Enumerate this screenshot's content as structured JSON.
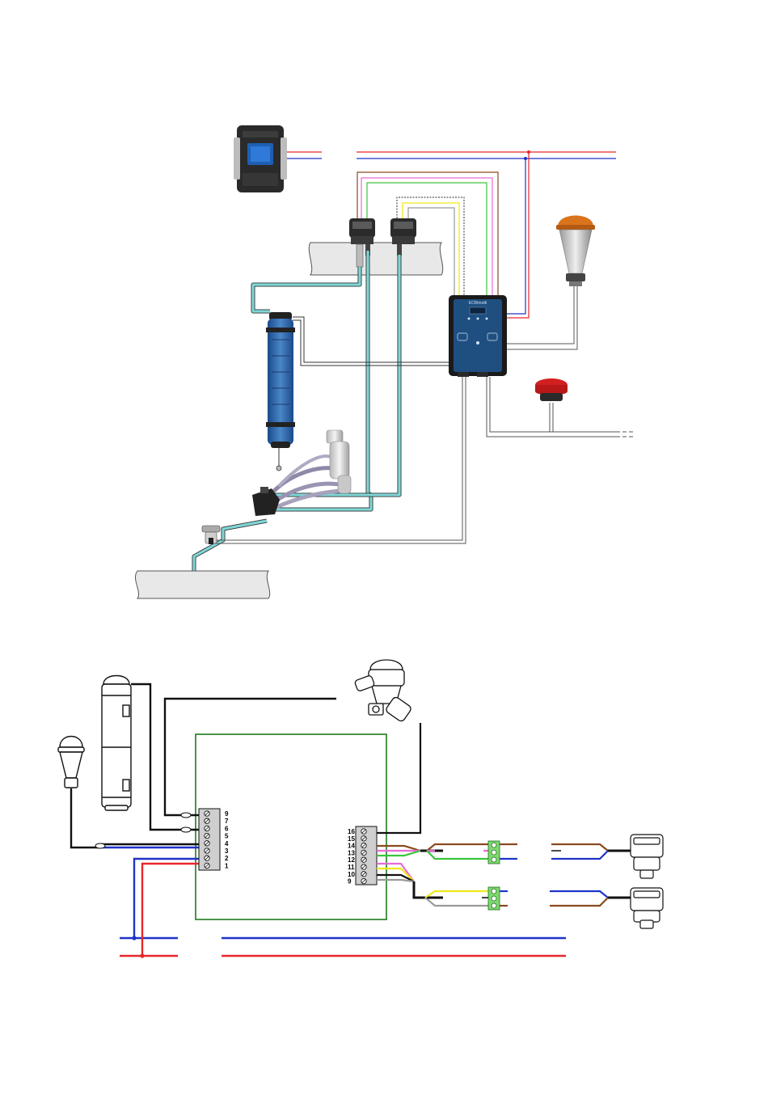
{
  "colors": {
    "supply_red": "#e8262a",
    "supply_blue": "#1f33c8",
    "brown": "#8a4a1e",
    "pink": "#e86bd6",
    "green": "#3cc43c",
    "yellow": "#f0e81e",
    "grey": "#9a9a9a",
    "tube": "#7fd6d6",
    "controller": "#1f4f80",
    "board_outline": "#1e7a1e"
  },
  "controller": {
    "brand": "ECRimotti"
  },
  "terminal_block_left": {
    "labels": [
      "9",
      "7",
      "6",
      "5",
      "4",
      "3",
      "2",
      "1"
    ]
  },
  "terminal_block_right": {
    "labels": [
      "16",
      "15",
      "14",
      "13",
      "12",
      "11",
      "10",
      "9"
    ]
  }
}
